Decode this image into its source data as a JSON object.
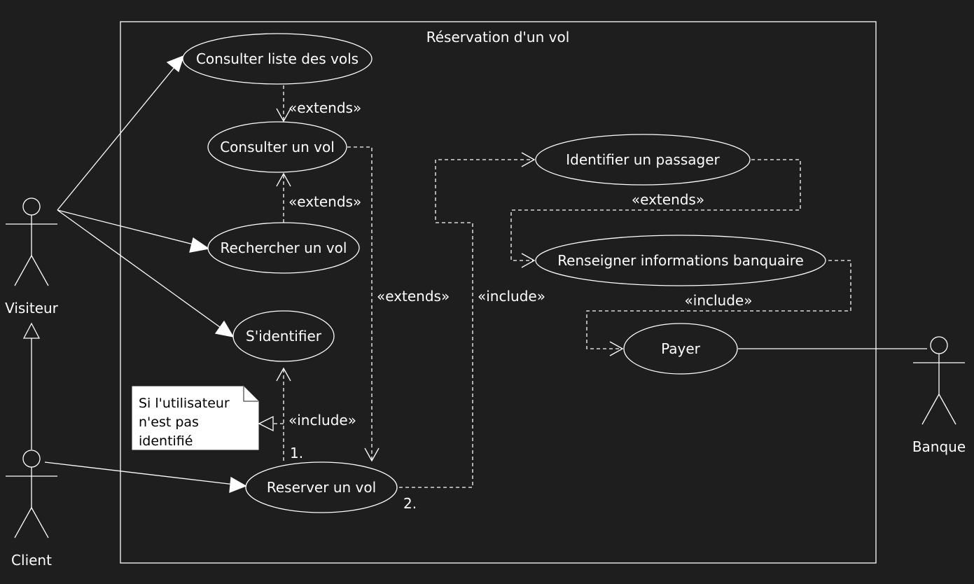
{
  "system": {
    "title": "Réservation d'un vol"
  },
  "actors": {
    "visiteur": "Visiteur",
    "client": "Client",
    "banque": "Banque"
  },
  "use_cases": {
    "consulter_liste": "Consulter liste des vols",
    "consulter_vol": "Consulter un vol",
    "rechercher_vol": "Rechercher un vol",
    "identifier": "S'identifier",
    "reserver_vol": "Reserver un vol",
    "identifier_passager": "Identifier un passager",
    "renseigner_infos": "Renseigner informations banquaire",
    "payer": "Payer"
  },
  "relations": {
    "extends_liste": "«extends»",
    "extends_recherche": "«extends»",
    "extends_reserver": "«extends»",
    "include_reserver_passager": "«include»",
    "extends_passager_infos": "«extends»",
    "include_infos_payer": "«include»",
    "include_identifier": "«include»",
    "order_1": "1.",
    "order_2": "2."
  },
  "note": {
    "line1": "Si l'utilisateur",
    "line2": "n'est pas",
    "line3": "identifié"
  },
  "colors": {
    "background": "#1e1e1e",
    "stroke": "#ffffff",
    "note_fill": "#ffffff"
  }
}
